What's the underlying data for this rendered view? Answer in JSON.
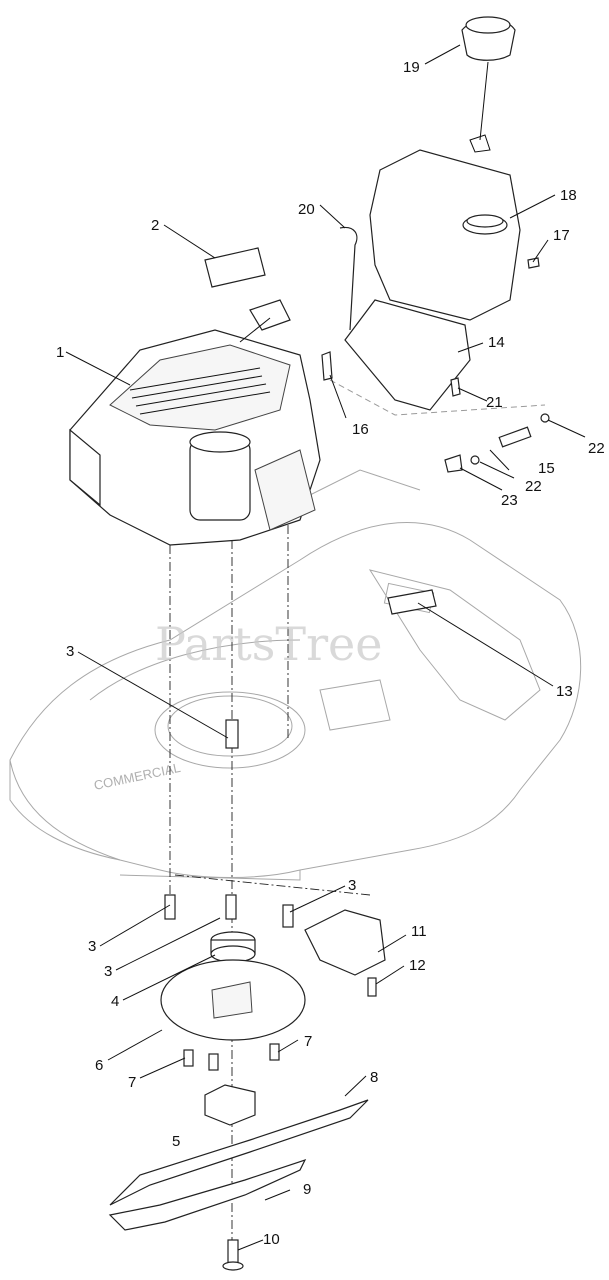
{
  "watermark": "PartsTree",
  "deck_text": "COMMERCIAL",
  "callouts": {
    "c1": "1",
    "c2": "2",
    "c3a": "3",
    "c3b": "3",
    "c3c": "3",
    "c3d": "3",
    "c4": "4",
    "c5": "5",
    "c6": "6",
    "c7a": "7",
    "c7b": "7",
    "c8": "8",
    "c9": "9",
    "c10": "10",
    "c11": "11",
    "c12": "12",
    "c13": "13",
    "c14": "14",
    "c15": "15",
    "c16": "16",
    "c17": "17",
    "c18": "18",
    "c19": "19",
    "c20": "20",
    "c21": "21",
    "c22a": "22",
    "c22b": "22",
    "c23": "23"
  }
}
